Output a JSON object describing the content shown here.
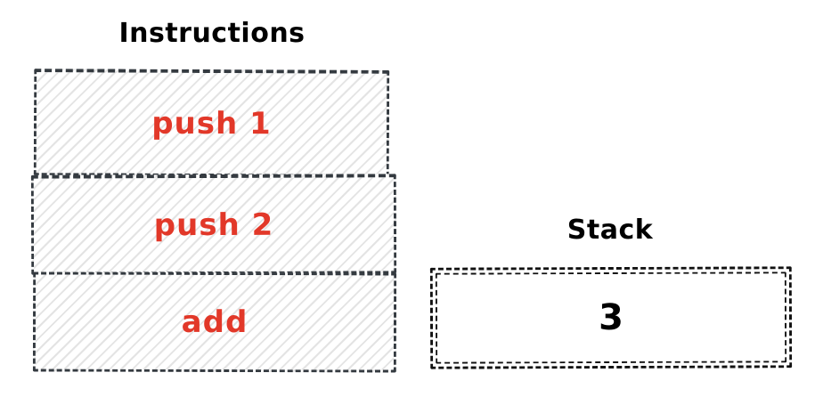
{
  "instructions": {
    "title": "Instructions",
    "items": [
      {
        "label": "push 1"
      },
      {
        "label": "push 2"
      },
      {
        "label": "add"
      }
    ]
  },
  "stack": {
    "title": "Stack",
    "items": [
      {
        "value": "3"
      }
    ]
  },
  "colors": {
    "instruction_label": "#e23829",
    "instruction_border": "#343a40",
    "stack_border": "#111111",
    "hatch_line": "#e3e3e3",
    "background": "#ffffff",
    "title_text": "#000000"
  }
}
